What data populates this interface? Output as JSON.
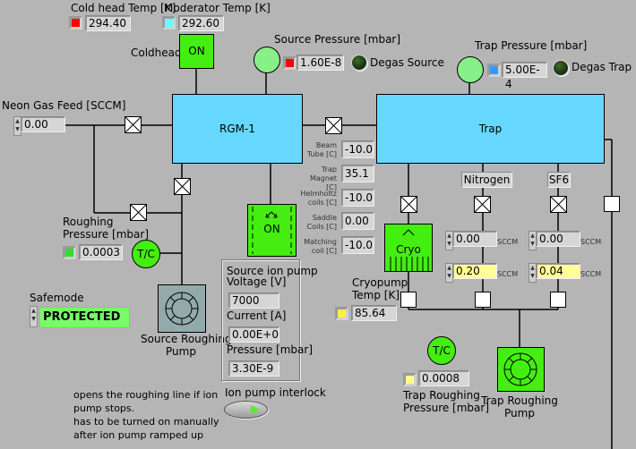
{
  "cold_head_temp": {
    "label": "Cold head Temp [K]",
    "value": "294.40",
    "led_color": "#ff0000"
  },
  "moderator_temp": {
    "label": "Moderator Temp [K]",
    "value": "292.60",
    "led_color": "#66ffff"
  },
  "coldhead": {
    "label": "Coldhead",
    "state": "ON"
  },
  "source_pressure": {
    "label": "Source Pressure [mbar]",
    "value": "1.60E-8",
    "led_color": "#ff0000"
  },
  "degas_source": {
    "label": "Degas Source"
  },
  "trap_pressure": {
    "label": "Trap Pressure [mbar]",
    "value": "5.00E-4",
    "led_color": "#3399ff"
  },
  "degas_trap": {
    "label": "Degas Trap"
  },
  "neon_gas_feed": {
    "label": "Neon Gas Feed [SCCM]",
    "value": "0.00"
  },
  "rgm": {
    "label": "RGM-1"
  },
  "trap": {
    "label": "Trap"
  },
  "temperatures": [
    {
      "label_line1": "Beam",
      "label_line2": "Tube [C]",
      "value": "-10.0"
    },
    {
      "label_line1": "Trap",
      "label_line2": "Magnet [C]",
      "value": "35.1"
    },
    {
      "label_line1": "Helmholtz",
      "label_line2": "coils [C]",
      "value": "-10.0"
    },
    {
      "label_line1": "Saddle",
      "label_line2": "Coils [C]",
      "value": "0.00"
    },
    {
      "label_line1": "Matching",
      "label_line2": "coil [C]",
      "value": "-10.0"
    }
  ],
  "ion_pump_block": {
    "state": "ON"
  },
  "nitrogen": {
    "label": "Nitrogen",
    "setpoint": "0.00",
    "readback": "0.20",
    "unit": "SCCM"
  },
  "sf6": {
    "label": "SF6",
    "setpoint": "0.00",
    "readback": "0.04",
    "unit": "SCCM"
  },
  "cryo": {
    "label": "Cryo"
  },
  "roughing_pressure": {
    "label_line1": "Roughing",
    "label_line2": "Pressure [mbar]",
    "value": "0.0003",
    "led_color": "#33dd33"
  },
  "tc_gauge_label": "T/C",
  "safemode": {
    "label": "Safemode",
    "value": "PROTECTED"
  },
  "source_roughing_pump": {
    "label_line1": "Source Roughing",
    "label_line2": "Pump"
  },
  "source_ion_pump": {
    "title": "Source ion pump",
    "voltage_label": "Voltage [V]",
    "voltage": "7000",
    "current_label": "Current [A]",
    "current": "0.00E+0",
    "pressure_label": "Pressure [mbar]",
    "pressure": "3.30E-9"
  },
  "cryopump_temp": {
    "label_line1": "Cryopump",
    "label_line2": "Temp [K]",
    "value": "85.64",
    "led_color": "#ffee44"
  },
  "trap_roughing_pressure": {
    "label_line1": "Trap Roughing",
    "label_line2": "Pressure [mbar]",
    "value": "0.0008",
    "led_color": "#ffff88"
  },
  "trap_roughing_pump": {
    "label_line1": "Trap Roughing",
    "label_line2": "Pump"
  },
  "note": {
    "line1": "opens the roughing line if ion",
    "line2": "pump stops.",
    "line3": "has to be turned on manually",
    "line4": "after ion pump ramped up"
  },
  "ion_pump_interlock": {
    "label": "Ion pump interlock"
  }
}
